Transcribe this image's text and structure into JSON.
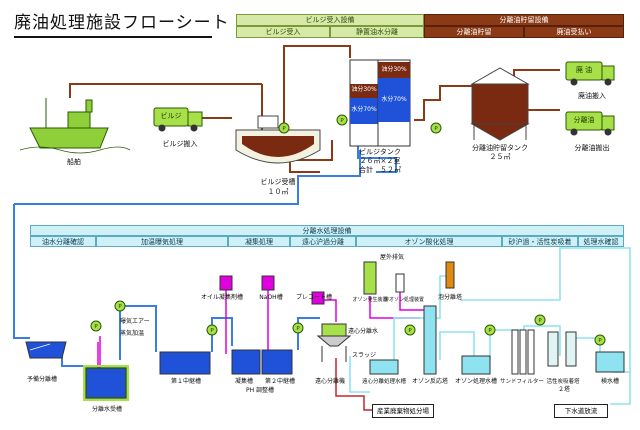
{
  "title": "廃油処理施設フローシート",
  "top_headers": {
    "bilge_facility": "ビルジ受入設備",
    "bilge_receive": "ビルジ受入",
    "static_separation": "静置油水分離",
    "sep_oil_facility": "分離油貯留設備",
    "sep_oil_storage": "分離油貯留",
    "waste_oil_payout": "廃油受払い"
  },
  "upper": {
    "ship": "船舶",
    "truck_bilge": "ビルジ",
    "bilge_in": "ビルジ搬入",
    "receive_tank_name": "ビルジ受槽",
    "receive_tank_cap": "１０㎥",
    "tank_oil_small": "油分30%",
    "tank_water_small": "水分70%",
    "tank_oil_big": "油分30%",
    "tank_water_big": "水分70%",
    "bilge_tank_name": "ビルジタンク",
    "bilge_tank_cap": "２６㎥×２室",
    "bilge_tank_total": "合計　５２㎥",
    "sep_tank_name": "分離油貯留タンク",
    "sep_tank_cap": "２５㎥",
    "truck_waste": "廃 油",
    "waste_in": "廃油搬入",
    "truck_sep": "分離油",
    "sep_out": "分離油搬出"
  },
  "water_headers": {
    "facility": "分離水処理設備",
    "sections": [
      "油水分離確認",
      "加温曝気処理",
      "凝集処理",
      "遠心沪過分離",
      "オゾン酸化処理",
      "砂沪過・活性炭吸着",
      "処理水確認"
    ]
  },
  "lower": {
    "oil_coag_tank": "オイル凝集剤槽",
    "naoh_tank": "NaOH槽",
    "polycoag_tank": "プレコート槽",
    "exhaust": "屋外排気",
    "ozone_gen": "オゾン発生装置",
    "waste_ozone": "排オゾン処理装置",
    "foam_tower": "泡分離塔",
    "centrifuge_water": "遠心分離水",
    "sludge": "スラッジ",
    "aeration_air": "曝気エアー",
    "steam_heat": "蒸気加温",
    "pre_sep": "予備分離槽",
    "sep_water_recv": "分離水受槽",
    "relay1": "第１中継槽",
    "coag": "凝集槽",
    "relay2": "第２中継槽",
    "ph_adj": "PH 調整槽",
    "centrifuge": "遠心分離機",
    "centrifuge_recv": "遠心分離処理水槽",
    "ozone_react": "オゾン反応塔",
    "ozone_treated": "オゾン処理水槽",
    "sand_filter": "サンドフィルター",
    "carbon_tower": "活性炭吸着塔",
    "carbon_count": "２塔",
    "check_tank": "検水槽",
    "industrial_waste": "産業廃棄物処分場",
    "sewer": "下水道放流"
  },
  "pump_label": "P",
  "colors": {
    "green_header": "#d6e9a7",
    "blue_header": "#d0f0f8",
    "red_header": "#8b3a16",
    "brown_pipe": "#8b3a16",
    "blue_pipe": "#3a7fe0",
    "light_blue_pipe": "#8fe3f0",
    "magenta_pipe": "#e000e0",
    "water": "#1f52d8",
    "oil": "#7a2a10",
    "truck": "#a8e04a",
    "pump": "#a8e04a"
  }
}
